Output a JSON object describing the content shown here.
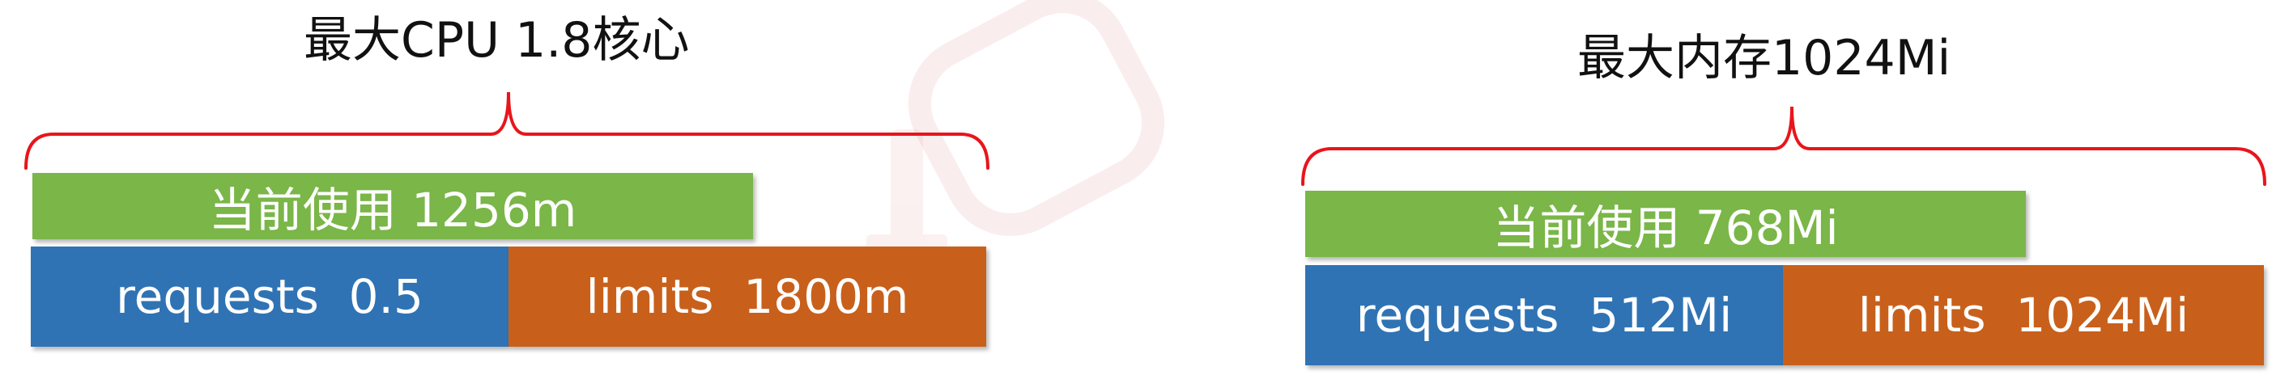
{
  "colors": {
    "brace": "#e8151b",
    "current": "#7ab648",
    "requests": "#2f73b4",
    "limits": "#c8601b",
    "text_on_bar": "#ffffff",
    "title_text": "#111111"
  },
  "cpu": {
    "title": "最大CPU 1.8核心",
    "current_label": "当前使用 1256m",
    "requests_label": "requests  0.5",
    "limits_label": "limits  1800m"
  },
  "memory": {
    "title": "最大内存1024Mi",
    "current_label": "当前使用 768Mi",
    "requests_label": "requests  512Mi",
    "limits_label": "limits  1024Mi"
  }
}
